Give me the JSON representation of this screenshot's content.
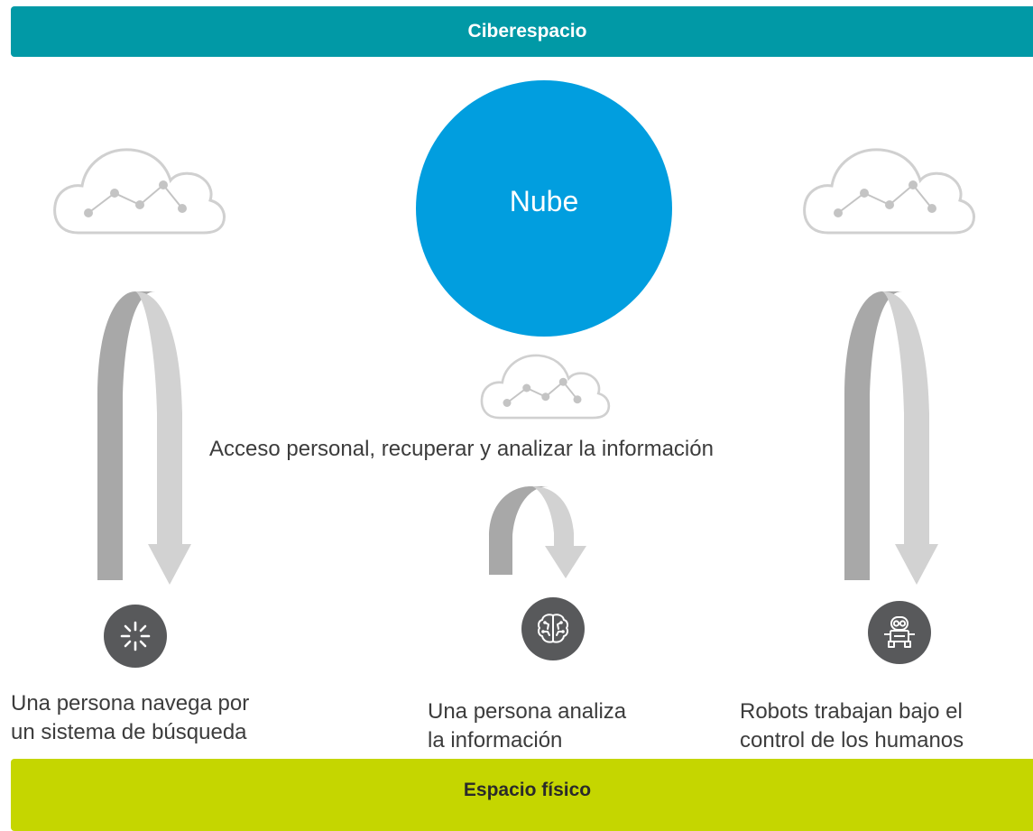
{
  "header_band": {
    "label": "Ciberespacio",
    "color": "#0199a6"
  },
  "footer_band": {
    "label": "Espacio físico",
    "color": "#c5d600"
  },
  "center_node": {
    "label": "Nube",
    "color": "#019edf"
  },
  "center_caption": "Acceso personal, recuperar y analizar la información",
  "columns": [
    {
      "icon": "search-spark-icon",
      "caption_line1": "Una persona navega por",
      "caption_line2": "un sistema de búsqueda"
    },
    {
      "icon": "brain-icon",
      "caption_line1": "Una persona analiza",
      "caption_line2": "la información"
    },
    {
      "icon": "robot-icon",
      "caption_line1": "Robots trabajan bajo el",
      "caption_line2": "control de los humanos"
    }
  ],
  "colors": {
    "arrow_dark": "#a8a8a8",
    "arrow_light": "#d2d2d2",
    "cloud_stroke": "#d0d0d0",
    "badge": "#58595b"
  }
}
